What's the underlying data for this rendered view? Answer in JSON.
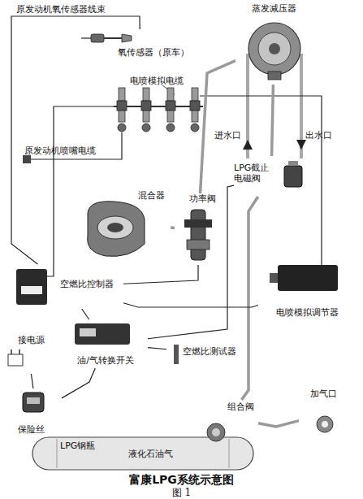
{
  "diagram": {
    "title": "富康LPG系统示意图",
    "caption": "图 1",
    "nodes": [
      {
        "text": [
          "氧传感器（原车）"
        ]
      },
      {
        "text": [
          "蒸发减压器"
        ]
      },
      {
        "text": [
          "LPG截止电磁阀"
        ]
      },
      {
        "text": [
          "混合器"
        ]
      },
      {
        "text": [
          "功率阀"
        ]
      },
      {
        "text": [
          "电喷模拟调节器"
        ]
      },
      {
        "text": [
          "空燃比控制器"
        ]
      },
      {
        "text": [
          "油/气转换开关"
        ]
      },
      {
        "text": [
          "空燃比测试器"
        ]
      },
      {
        "text": [
          "接电源"
        ]
      },
      {
        "text": [
          "保险丝"
        ]
      },
      {
        "text": [
          "LPG钢瓶",
          "液化石油气"
        ]
      },
      {
        "text": [
          "组合阀"
        ]
      },
      {
        "text": [
          "加气口"
        ]
      }
    ],
    "edges": [
      {
        "from": 6,
        "to": 0,
        "arrow": "none"
      },
      {
        "from": 1,
        "to": 4,
        "arrow": "none"
      },
      {
        "from": 4,
        "to": 3,
        "arrow": "none"
      },
      {
        "from": 2,
        "to": 1,
        "arrow": "none"
      },
      {
        "from": 12,
        "to": 2,
        "arrow": "none"
      },
      {
        "from": 13,
        "to": 12,
        "arrow": "none"
      },
      {
        "from": 6,
        "to": 4,
        "arrow": "none"
      },
      {
        "from": 6,
        "to": 7,
        "arrow": "none"
      },
      {
        "from": 7,
        "to": 8,
        "arrow": "none"
      },
      {
        "from": 9,
        "to": 10,
        "arrow": "none"
      },
      {
        "from": 10,
        "to": 7,
        "arrow": "none"
      },
      {
        "from": 5,
        "to": 6,
        "arrow": "none"
      },
      {
        "from": 7,
        "to": 2,
        "arrow": "none"
      }
    ],
    "labels": [
      "原发动机氧传感器线束",
      "电喷模拟电缆",
      "原发动机喷嘴电缆",
      "进水口",
      "出水口"
    ]
  }
}
